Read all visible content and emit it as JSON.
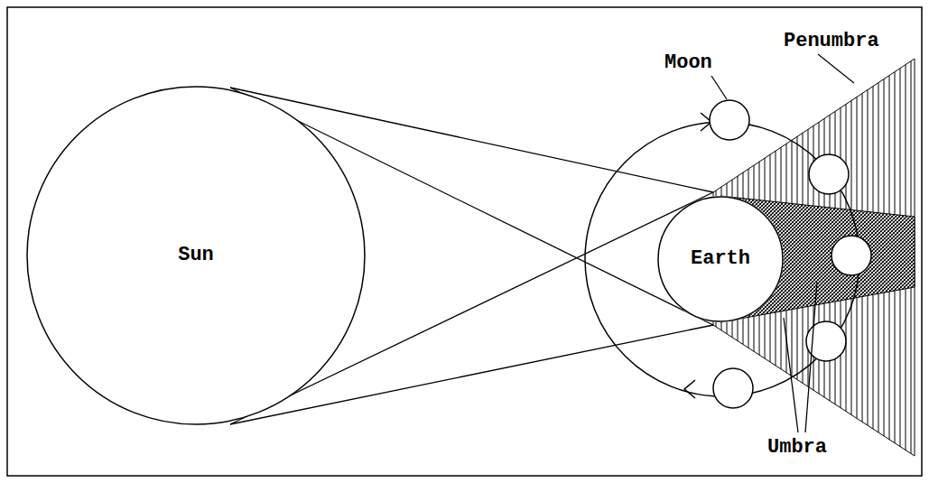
{
  "diagram": {
    "nodes": [
      {
        "text": [
          "Sun"
        ]
      },
      {
        "text": [
          "Earth"
        ]
      }
    ],
    "labels": [
      "Moon",
      "Penumbra",
      "Umbra"
    ]
  }
}
